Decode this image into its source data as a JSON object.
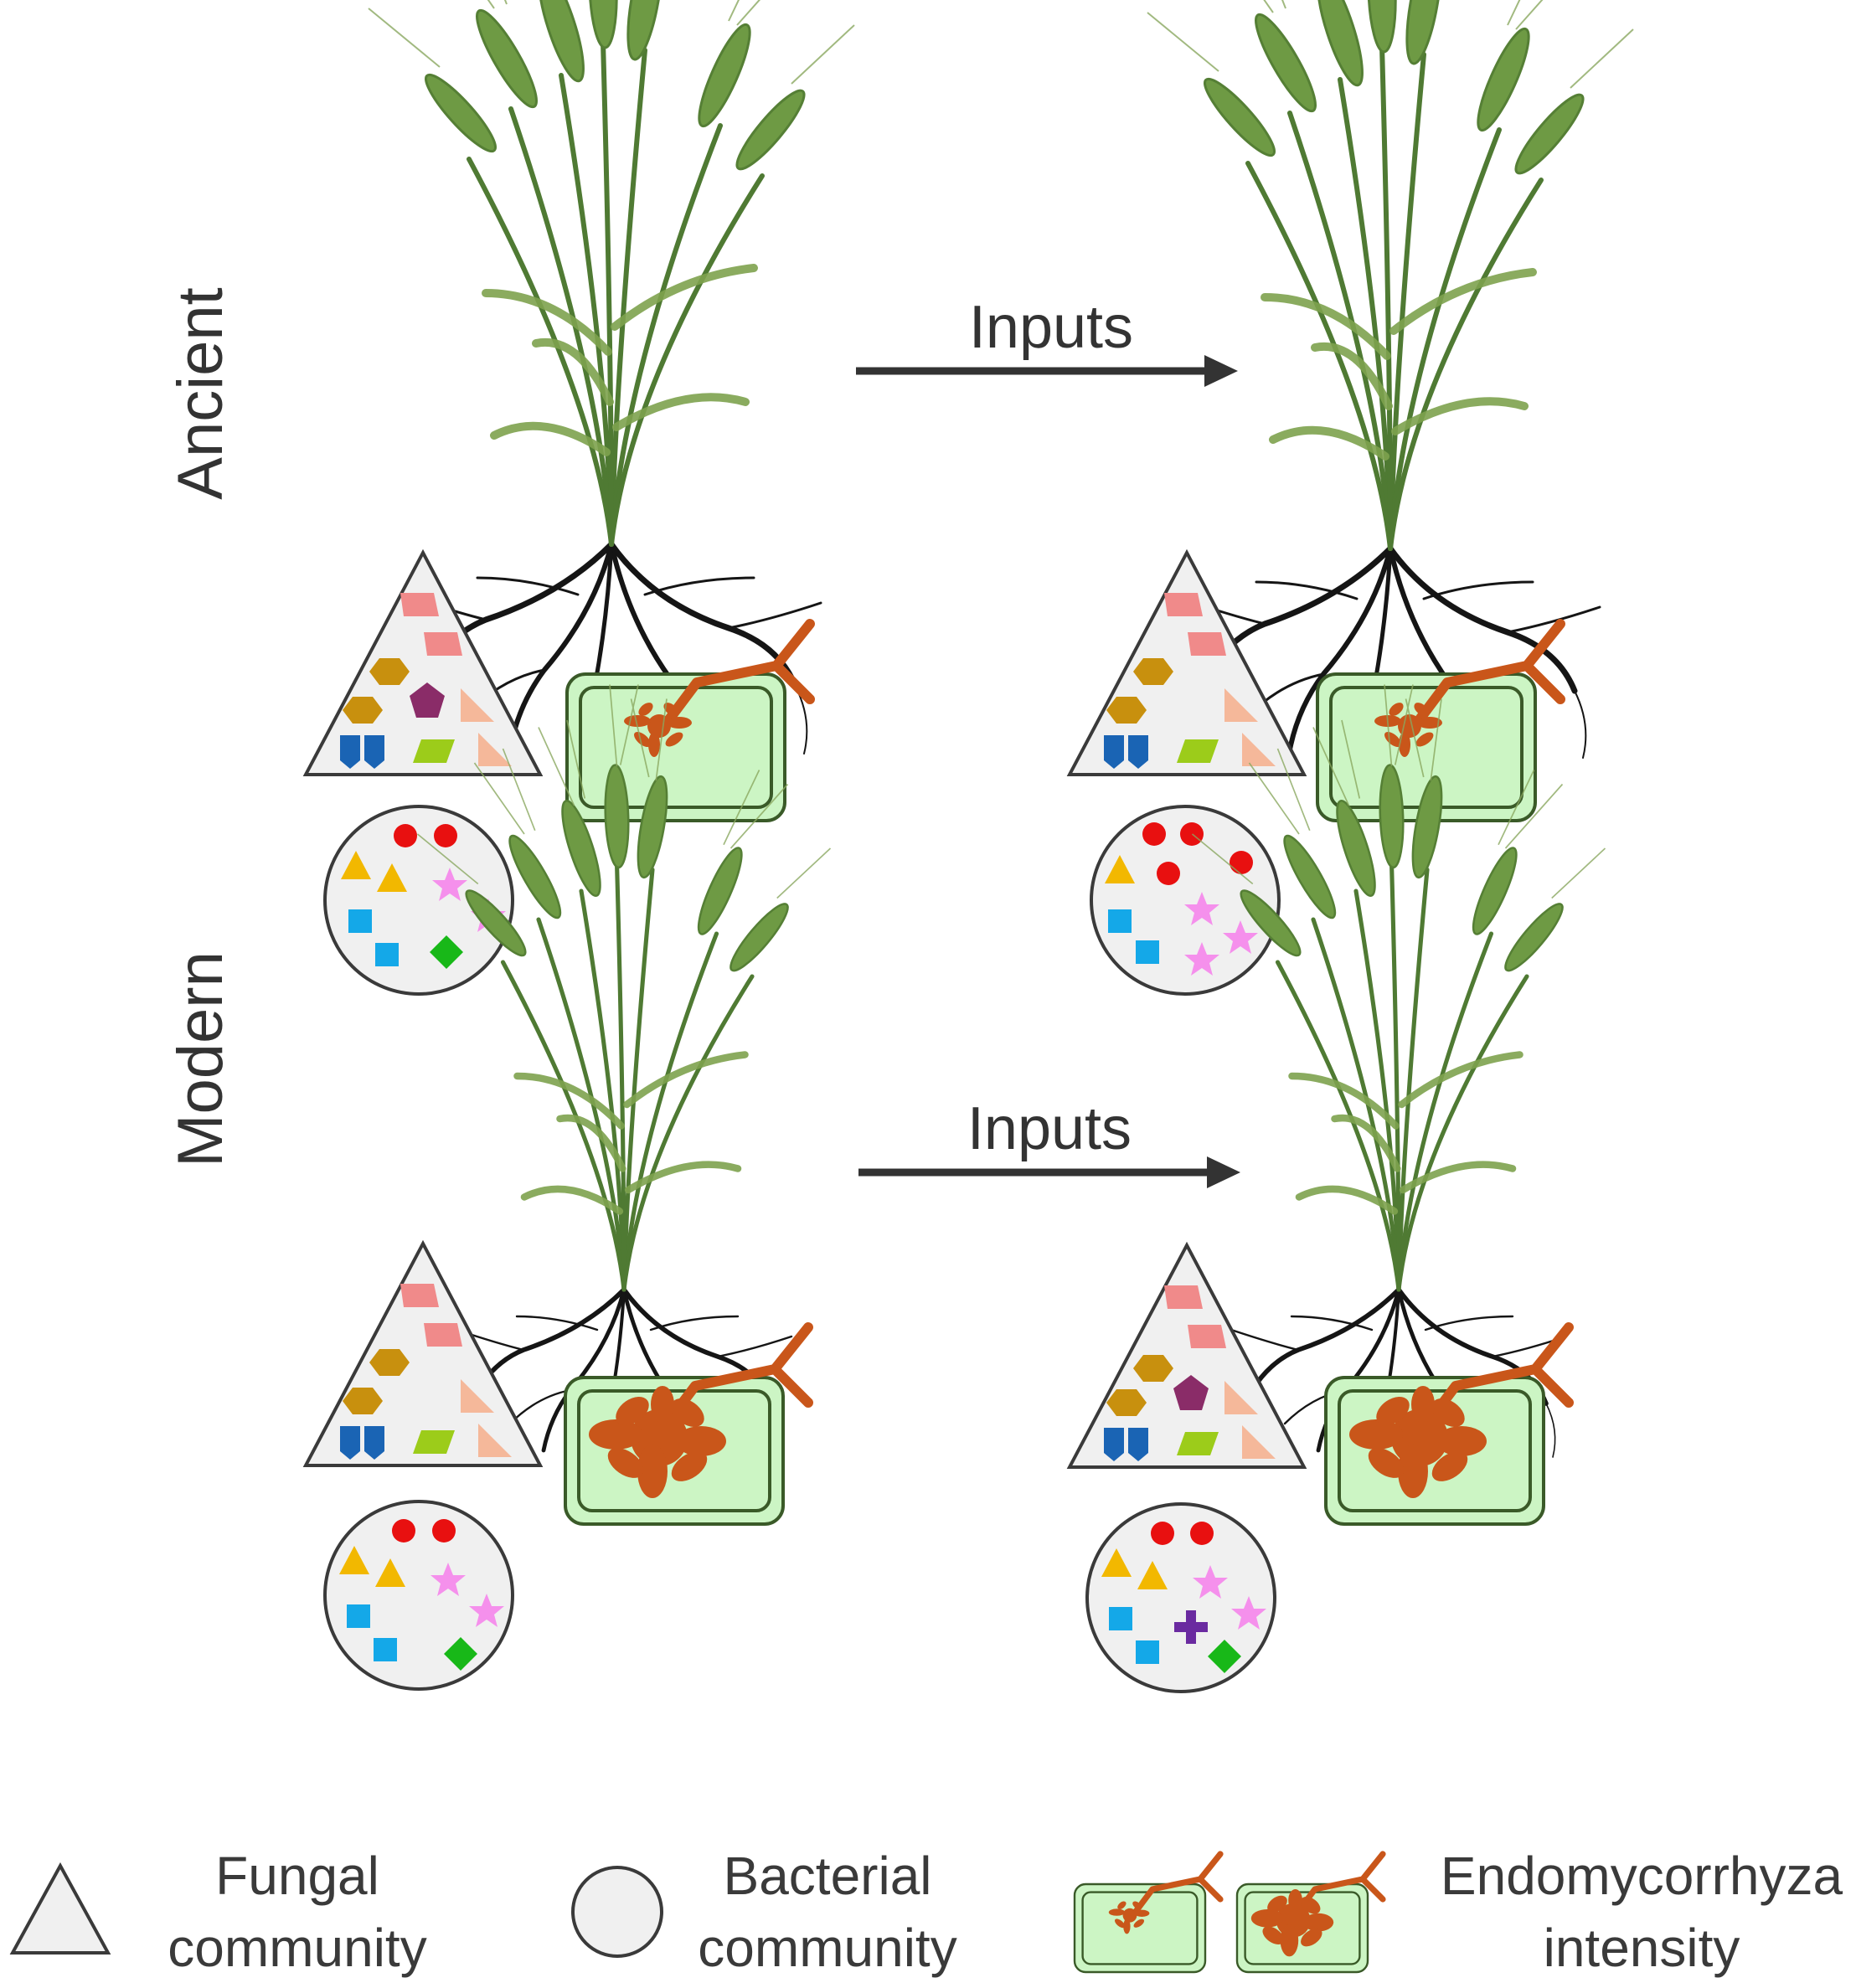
{
  "rows": [
    {
      "label": "Ancient",
      "arrow_label": "Inputs"
    },
    {
      "label": "Modern",
      "arrow_label": "Inputs"
    }
  ],
  "legend": [
    {
      "name": "fungal",
      "line1": "Fungal",
      "line2": "community"
    },
    {
      "name": "bacterial",
      "line1": "Bacterial",
      "line2": "community"
    },
    {
      "name": "endomycorrhyza",
      "line1": "Endomycorrhyza",
      "line2": "intensity"
    }
  ],
  "colors": {
    "stem": "#5e8a3a",
    "ear": "#6e9a44",
    "root": "#151515",
    "cell_fill": "#ccf5c4",
    "cell_stroke": "#3a5a28",
    "fungus": "#c9561a",
    "community_fill": "#f0f0f0",
    "community_stroke": "#3a3a3a",
    "arrow": "#333333"
  }
}
